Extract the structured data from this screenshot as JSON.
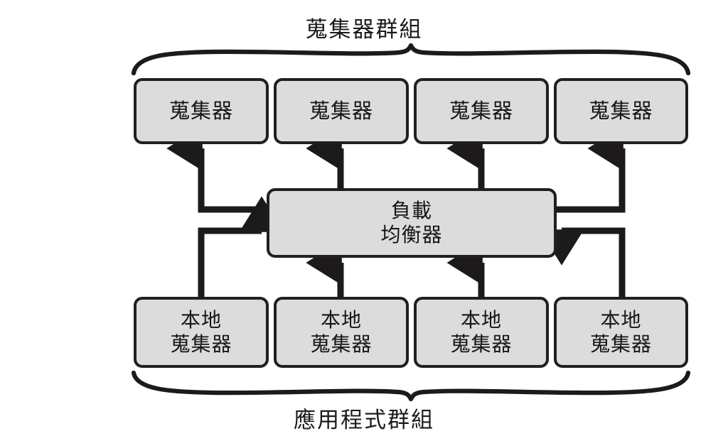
{
  "diagram": {
    "title_top": "蒐集器群組",
    "title_bottom": "應用程式群組",
    "accent_color": "#221f1f",
    "node_fill": "#dcdcdc",
    "background": "#ffffff",
    "collectors": [
      {
        "label": "蒐集器"
      },
      {
        "label": "蒐集器"
      },
      {
        "label": "蒐集器"
      },
      {
        "label": "蒐集器"
      }
    ],
    "balancer": {
      "line1": "負載",
      "line2": "均衡器"
    },
    "local_collectors": [
      {
        "line1": "本地",
        "line2": "蒐集器"
      },
      {
        "line1": "本地",
        "line2": "蒐集器"
      },
      {
        "line1": "本地",
        "line2": "蒐集器"
      },
      {
        "line1": "本地",
        "line2": "蒐集器"
      }
    ],
    "connections": [
      {
        "from": "load-balancer",
        "to": "collector-1",
        "direction": "up"
      },
      {
        "from": "load-balancer",
        "to": "collector-2",
        "direction": "up"
      },
      {
        "from": "load-balancer",
        "to": "collector-3",
        "direction": "up"
      },
      {
        "from": "load-balancer",
        "to": "collector-4",
        "direction": "up"
      },
      {
        "from": "local-collector-1",
        "to": "load-balancer",
        "direction": "right"
      },
      {
        "from": "local-collector-2",
        "to": "load-balancer",
        "direction": "up"
      },
      {
        "from": "local-collector-3",
        "to": "load-balancer",
        "direction": "up"
      },
      {
        "from": "local-collector-4",
        "to": "load-balancer",
        "direction": "left"
      }
    ]
  }
}
